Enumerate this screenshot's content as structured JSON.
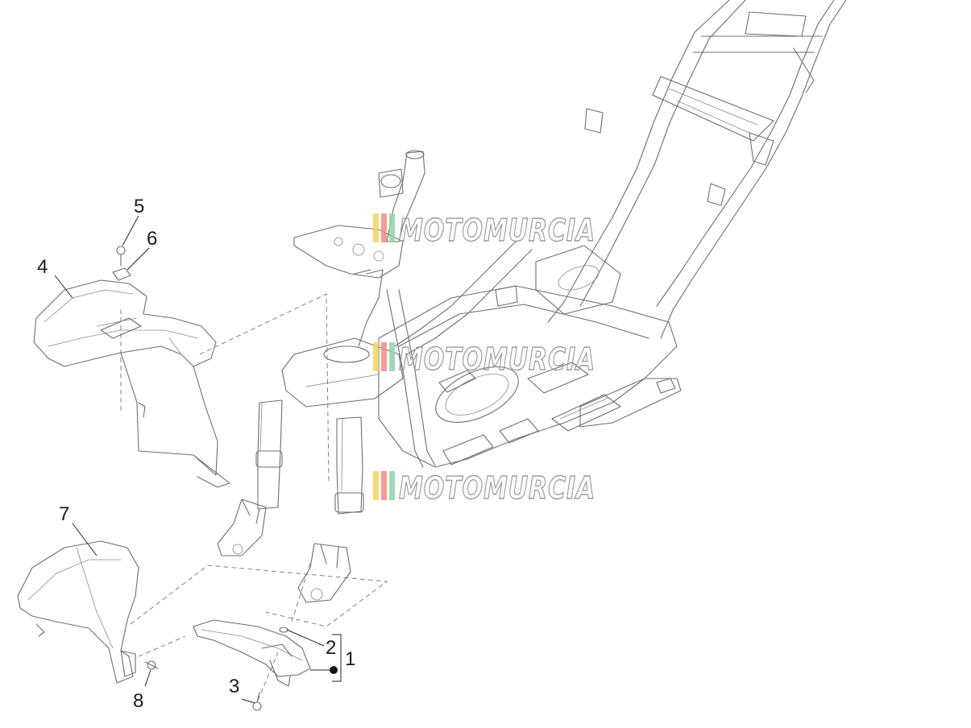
{
  "watermark": {
    "text": "MOTOMURCIA",
    "stripe_colors": [
      "#f4d35e",
      "#f08a8a",
      "#8fd3a8"
    ]
  },
  "callouts": [
    {
      "id": "1",
      "label": "1"
    },
    {
      "id": "2",
      "label": "2"
    },
    {
      "id": "3",
      "label": "3"
    },
    {
      "id": "4",
      "label": "4"
    },
    {
      "id": "5",
      "label": "5"
    },
    {
      "id": "6",
      "label": "6"
    },
    {
      "id": "7",
      "label": "7"
    },
    {
      "id": "8",
      "label": "8"
    }
  ]
}
